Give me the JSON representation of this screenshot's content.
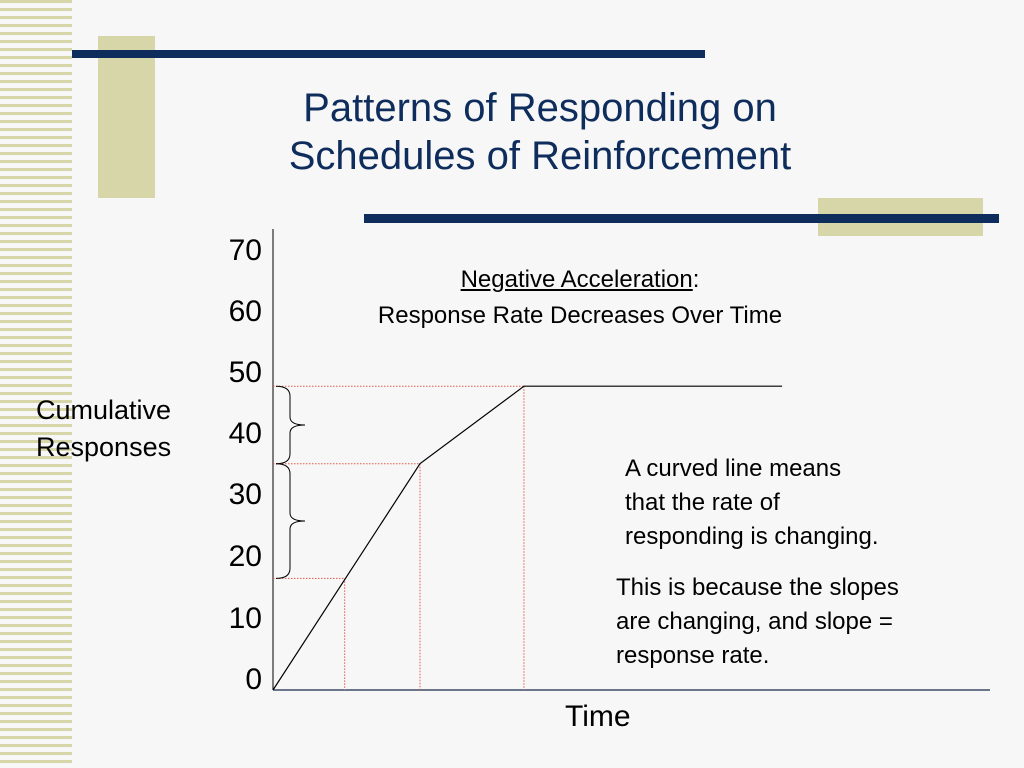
{
  "slide": {
    "title_line1": "Patterns of Responding on",
    "title_line2": "Schedules of Reinforcement",
    "colors": {
      "navy": "#0f2d5c",
      "khaki": "#d6d6a8",
      "guide": "#e05a4a"
    }
  },
  "chart_data": {
    "type": "line",
    "title_underlined": "Negative Acceleration",
    "title_suffix": ":",
    "subtitle": "Response Rate Decreases Over Time",
    "ylabel_line1": "Cumulative",
    "ylabel_line2": "Responses",
    "xlabel": "Time",
    "y_ticks": [
      "70",
      "60",
      "50",
      "40",
      "30",
      "20",
      "10",
      "0"
    ],
    "ylim": [
      0,
      70
    ],
    "xlim": [
      0,
      100
    ],
    "series": [
      {
        "points": [
          [
            0,
            0
          ],
          [
            20.5,
            36.5
          ],
          [
            35,
            49
          ],
          [
            71,
            49
          ]
        ]
      }
    ],
    "guides": [
      {
        "x": 10,
        "y": 18
      },
      {
        "x": 20.5,
        "y": 36.5
      },
      {
        "x": 35,
        "y": 49
      }
    ],
    "braces": [
      [
        18,
        36.5
      ],
      [
        36.5,
        49
      ]
    ],
    "grid": false
  },
  "notes": {
    "curve": [
      "A curved line means",
      "that the rate of",
      "responding is changing."
    ],
    "slope": [
      "This is because the slopes",
      "are changing, and slope =",
      "response rate."
    ]
  }
}
